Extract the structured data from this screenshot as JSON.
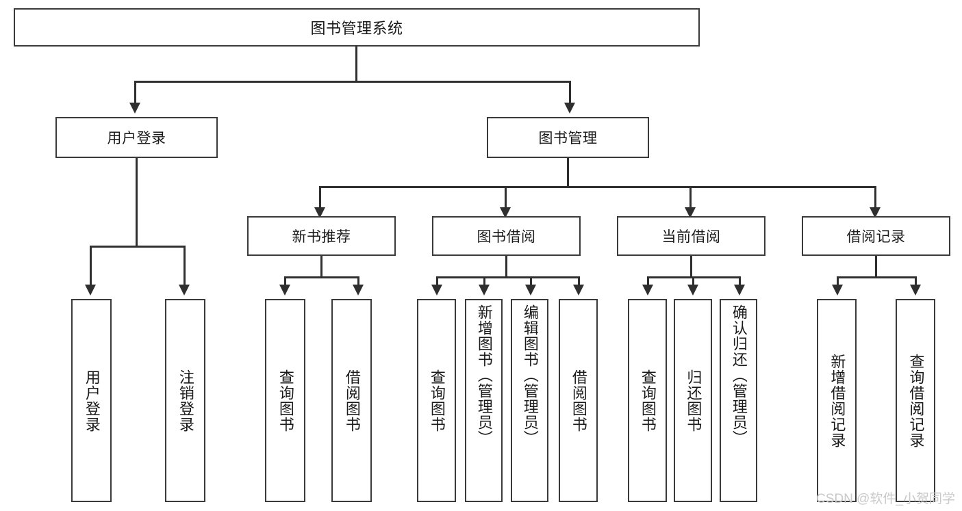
{
  "diagram": {
    "title": "图书管理系统",
    "root": {
      "label": "图书管理系统"
    },
    "level1": [
      {
        "label": "用户登录"
      },
      {
        "label": "图书管理"
      }
    ],
    "level2": [
      {
        "label": "新书推荐"
      },
      {
        "label": "图书借阅"
      },
      {
        "label": "当前借阅"
      },
      {
        "label": "借阅记录"
      }
    ],
    "leaves": {
      "user_login": [
        {
          "label": "用户登录"
        },
        {
          "label": "注销登录"
        }
      ],
      "new_book_recommend": [
        {
          "label": "查询图书"
        },
        {
          "label": "借阅图书"
        }
      ],
      "book_borrow": [
        {
          "label": "查询图书"
        },
        {
          "label": "新增图书（管理员）"
        },
        {
          "label": "编辑图书（管理员）"
        },
        {
          "label": "借阅图书"
        }
      ],
      "current_borrow": [
        {
          "label": "查询图书"
        },
        {
          "label": "归还图书"
        },
        {
          "label": "确认归还（管理员）"
        }
      ],
      "borrow_record": [
        {
          "label": "新增借阅记录"
        },
        {
          "label": "查询借阅记录"
        }
      ]
    }
  },
  "watermark": {
    "text": "CSDN @软件_小贺同学"
  },
  "colors": {
    "border": "#3a3a3a",
    "line": "#2f2f2f",
    "text": "#1a1a1a",
    "background": "#ffffff",
    "watermark": "#c9c9c9"
  }
}
